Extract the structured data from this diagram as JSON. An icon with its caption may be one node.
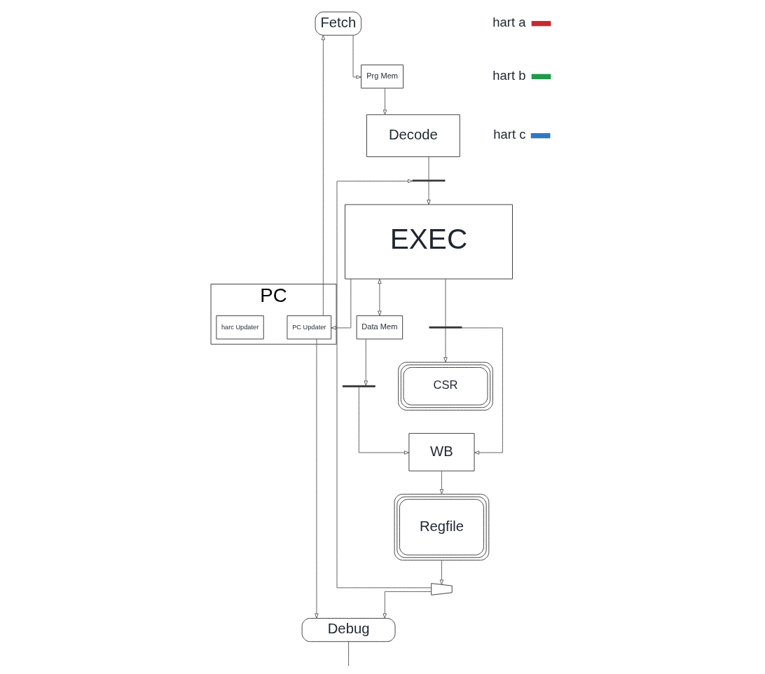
{
  "diagram": {
    "nodes": [
      {
        "text": [
          "Prg Mem"
        ]
      },
      {
        "text": [
          "PC"
        ]
      },
      {
        "text": [
          "PC Updater"
        ],
        "in": 1
      },
      {
        "text": [
          "harc Updater"
        ],
        "in": 1
      },
      {
        "text": [
          "Fetch"
        ]
      },
      {
        "text": [
          "Debug"
        ]
      },
      {
        "text": [
          "Regfile"
        ]
      },
      {
        "text": [],
        "shape": "trapezoid"
      },
      {
        "text": [
          "Decode"
        ]
      },
      {
        "text": [],
        "shape": "bar"
      },
      {
        "text": [
          "EXEC"
        ]
      },
      {
        "text": [],
        "shape": "bar"
      },
      {
        "text": [],
        "shape": "bar"
      },
      {
        "text": [
          "CSR"
        ]
      },
      {
        "text": [
          "WB"
        ]
      },
      {
        "text": [
          "Data Mem"
        ]
      }
    ],
    "edges": [
      {
        "from": 2,
        "to": 4,
        "arrow": "to"
      },
      {
        "from": 4,
        "to": 0,
        "arrow": "to"
      },
      {
        "from": 2,
        "to": 5,
        "arrow": "to"
      },
      {
        "from": 0,
        "to": 8,
        "arrow": "to"
      },
      {
        "from": 5,
        "to": null,
        "arrow": "none"
      },
      {
        "from": 6,
        "to": 7,
        "arrow": "to"
      },
      {
        "from": 7,
        "to": 5,
        "arrow": "to"
      },
      {
        "from": 7,
        "to": 9,
        "arrow": "to"
      },
      {
        "from": 8,
        "to": 9,
        "arrow": "none"
      },
      {
        "from": 9,
        "to": 10,
        "arrow": "to"
      },
      {
        "from": 10,
        "to": 2,
        "arrow": "to"
      },
      {
        "from": 10,
        "to": 11,
        "arrow": "none"
      },
      {
        "from": 10,
        "to": 15,
        "arrow": "both"
      },
      {
        "from": 15,
        "to": 12,
        "arrow": "to"
      },
      {
        "from": 11,
        "to": 13,
        "arrow": "to"
      },
      {
        "from": 11,
        "to": 14,
        "arrow": "to"
      },
      {
        "from": 12,
        "to": 14,
        "arrow": "to"
      },
      {
        "from": 14,
        "to": 6,
        "arrow": "to"
      }
    ],
    "legend": [
      {
        "text": "hart a",
        "color": "#c62a2f"
      },
      {
        "text": "hart b",
        "color": "#1f9a48"
      },
      {
        "text": "hart c",
        "color": "#2f78c2"
      }
    ]
  }
}
